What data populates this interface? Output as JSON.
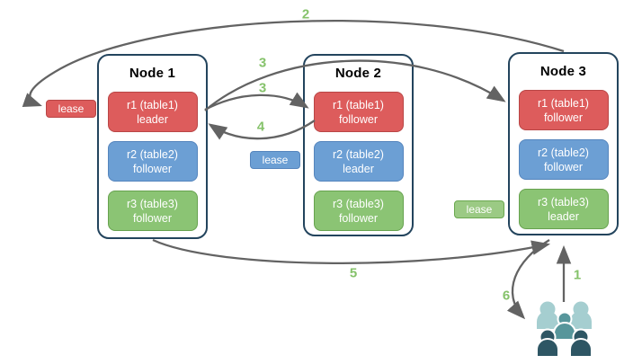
{
  "diagram_type": "replica-lease-diagram",
  "nodes": [
    {
      "title": "Node 1",
      "replicas": [
        {
          "name": "r1 (table1)",
          "role": "leader",
          "color": "red"
        },
        {
          "name": "r2 (table2)",
          "role": "follower",
          "color": "blue"
        },
        {
          "name": "r3 (table3)",
          "role": "follower",
          "color": "green"
        }
      ]
    },
    {
      "title": "Node 2",
      "replicas": [
        {
          "name": "r1 (table1)",
          "role": "follower",
          "color": "red"
        },
        {
          "name": "r2 (table2)",
          "role": "leader",
          "color": "blue"
        },
        {
          "name": "r3 (table3)",
          "role": "follower",
          "color": "green"
        }
      ]
    },
    {
      "title": "Node 3",
      "replicas": [
        {
          "name": "r1 (table1)",
          "role": "follower",
          "color": "red"
        },
        {
          "name": "r2 (table2)",
          "role": "follower",
          "color": "blue"
        },
        {
          "name": "r3 (table3)",
          "role": "leader",
          "color": "green"
        }
      ]
    }
  ],
  "leases": {
    "red": {
      "label": "lease"
    },
    "blue": {
      "label": "lease"
    },
    "green": {
      "label": "lease"
    }
  },
  "steps": {
    "step1": "1",
    "step2": "2",
    "step3a": "3",
    "step3b": "3",
    "step4": "4",
    "step5": "5",
    "step6": "6"
  },
  "icons": {
    "users": "users-group-icon"
  },
  "colors": {
    "node_border": "#23445d",
    "red_fill": "#dd5c5c",
    "red_border": "#b94646",
    "blue_fill": "#6c9fd4",
    "blue_border": "#5585bd",
    "green_fill": "#8bc474",
    "green_border": "#67a24f",
    "lease_green_fill": "#9bca84",
    "arrow": "#636363",
    "step_number": "#85c26a",
    "users_light": "#a5ced0",
    "users_medium": "#57969b",
    "users_dark": "#2e5664"
  }
}
